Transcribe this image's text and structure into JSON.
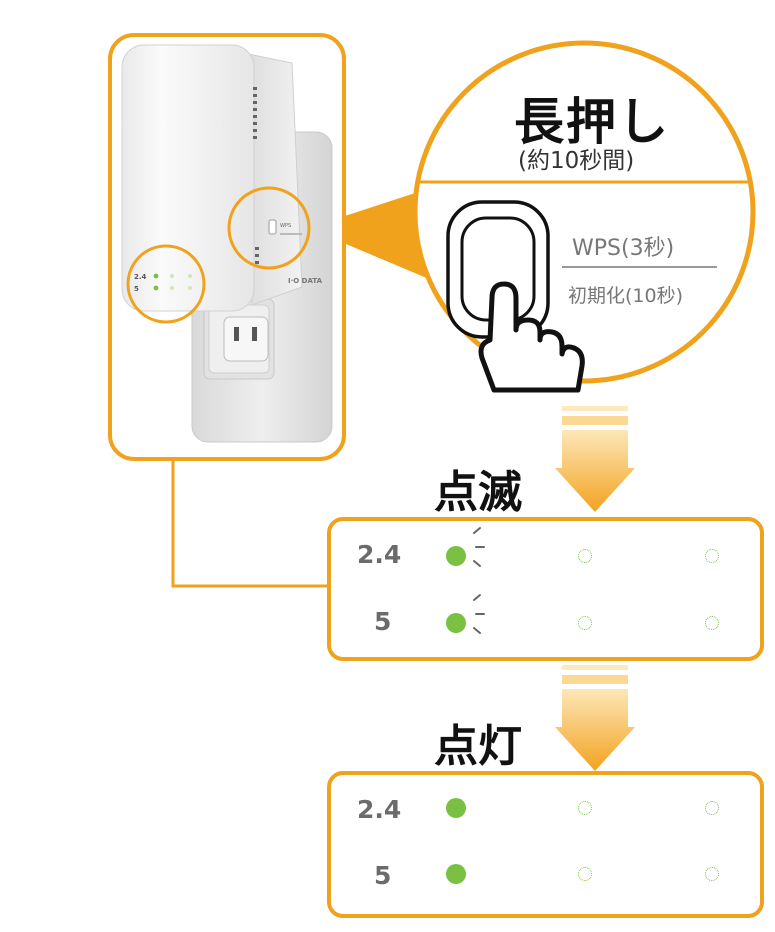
{
  "colors": {
    "accent_orange": "#f0a21c",
    "led_green": "#7ac143",
    "device_white": "#f4f4f4",
    "arrow_gradient_top": "#fce1a8",
    "arrow_gradient_bottom": "#f3a21f"
  },
  "device": {
    "brand": "I·O DATA",
    "button_label": "WPS(3秒)",
    "led_labels": [
      "2.4",
      "5"
    ]
  },
  "callout": {
    "title": "長押し",
    "subtitle": "(約10秒間)",
    "wps_label": "WPS(3秒)",
    "reset_label": "初期化(10秒)"
  },
  "steps": [
    {
      "title": "点滅",
      "state": "blinking",
      "rows": [
        {
          "band": "2.4",
          "leds": [
            "blinking",
            "off",
            "off"
          ]
        },
        {
          "band": "5",
          "leds": [
            "blinking",
            "off",
            "off"
          ]
        }
      ]
    },
    {
      "title": "点灯",
      "state": "on",
      "rows": [
        {
          "band": "2.4",
          "leds": [
            "on",
            "off",
            "off"
          ]
        },
        {
          "band": "5",
          "leds": [
            "on",
            "off",
            "off"
          ]
        }
      ]
    }
  ],
  "icons": [
    "pressing-hand-icon",
    "down-arrow-icon",
    "blink-rays-icon"
  ]
}
